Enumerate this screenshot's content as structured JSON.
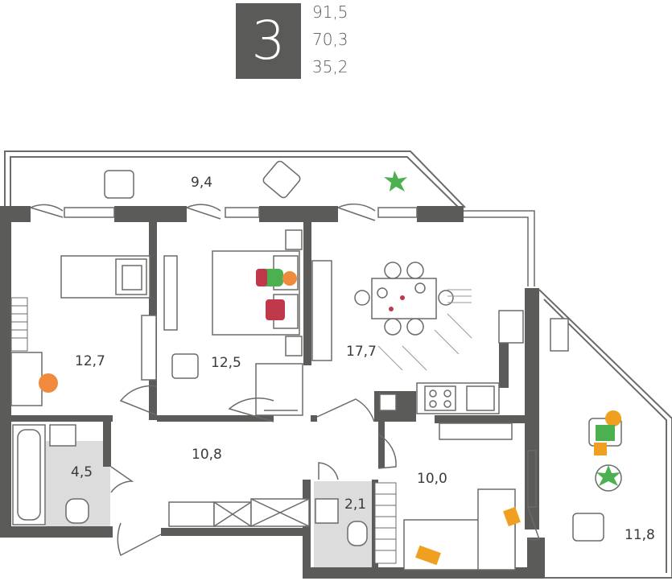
{
  "rooms_count": "3",
  "areas": {
    "total": "91,5",
    "living": "70,3",
    "rooms": "35,2"
  },
  "rooms": [
    {
      "id": "loggia-top",
      "label": "9,4"
    },
    {
      "id": "bedroom-left",
      "label": "12,7"
    },
    {
      "id": "bedroom-middle",
      "label": "12,5"
    },
    {
      "id": "kitchen-living",
      "label": "17,7"
    },
    {
      "id": "hall",
      "label": "10,8"
    },
    {
      "id": "bathroom",
      "label": "4,5"
    },
    {
      "id": "wc",
      "label": "2,1"
    },
    {
      "id": "bedroom-right",
      "label": "10,0"
    },
    {
      "id": "loggia-right",
      "label": "11,8"
    }
  ],
  "colors": {
    "wall": "#5b5b59",
    "line": "#6b6b69",
    "badge": "#5a5a58",
    "wet_floor": "#dcdcdc",
    "accent_orange": "#f08a3c",
    "accent_green": "#4caf50",
    "accent_red": "#c0394b"
  }
}
